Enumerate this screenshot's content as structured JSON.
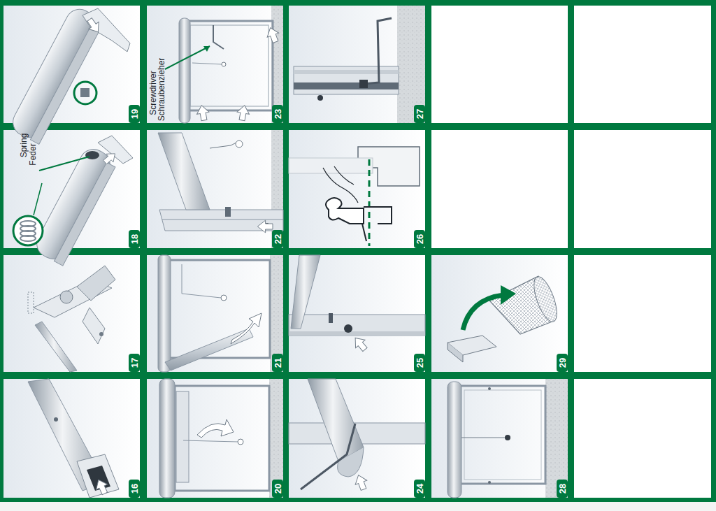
{
  "diagram": {
    "labels": [
      "19",
      "23",
      "27",
      "Screwdriver",
      "Schraubenzieher",
      "Spring",
      "Feder",
      "18",
      "22",
      "26",
      "17",
      "21",
      "25",
      "29",
      "16",
      "20",
      "24",
      "28"
    ]
  }
}
